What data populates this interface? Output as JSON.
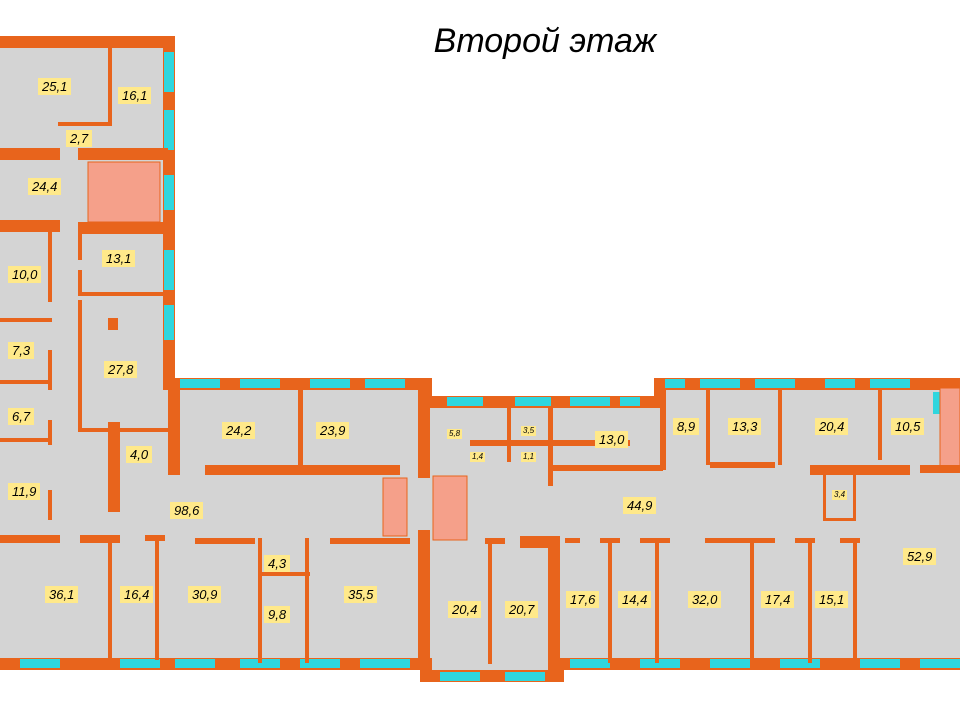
{
  "title": "Второй этаж",
  "colors": {
    "wall": "#e8641c",
    "floor": "#d4d4d4",
    "window": "#2fd6de",
    "stairs": "#f5a08a",
    "label": "#ffe98a"
  },
  "rooms": [
    "25,1",
    "16,1",
    "2,7",
    "24,4",
    "13,1",
    "10,0",
    "7,3",
    "27,8",
    "6,7",
    "4,0",
    "11,9",
    "24,2",
    "23,9",
    "5,8",
    "3,5",
    "1,4",
    "1,1",
    "13,0",
    "8,9",
    "13,3",
    "20,4",
    "10,5",
    "98,6",
    "44,9",
    "3,4",
    "52,9",
    "36,1",
    "16,4",
    "30,9",
    "4,3",
    "9,8",
    "35,5",
    "20,4",
    "20,7",
    "17,6",
    "14,4",
    "32,0",
    "17,4",
    "15,1"
  ]
}
